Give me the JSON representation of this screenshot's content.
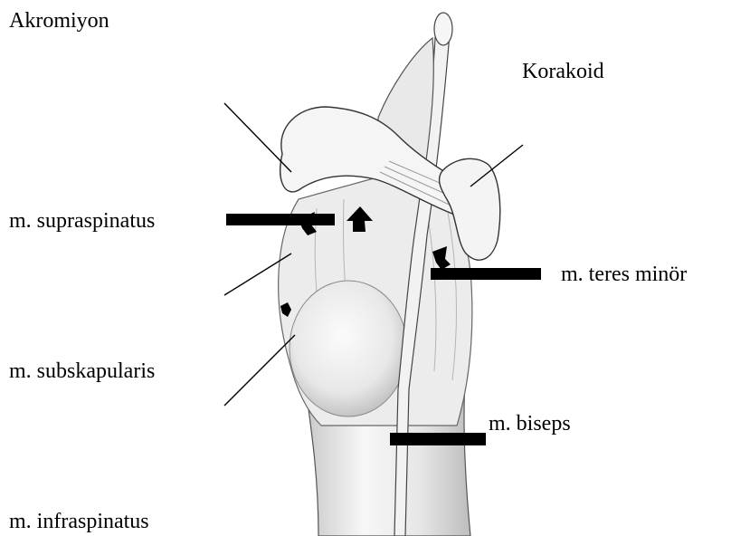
{
  "labels": {
    "akromiyon": "Akromiyon",
    "korakoid": "Korakoid",
    "supraspinatus": "m. supraspinatus",
    "teres_minor": "m. teres minör",
    "subskapularis": "m. subskapularis",
    "biseps": "m. biseps",
    "infraspinatus": "m. infraspinatus"
  },
  "colors": {
    "ink": "#000000",
    "bone": "#f4f4f4",
    "shade": "#cfcfcf"
  }
}
